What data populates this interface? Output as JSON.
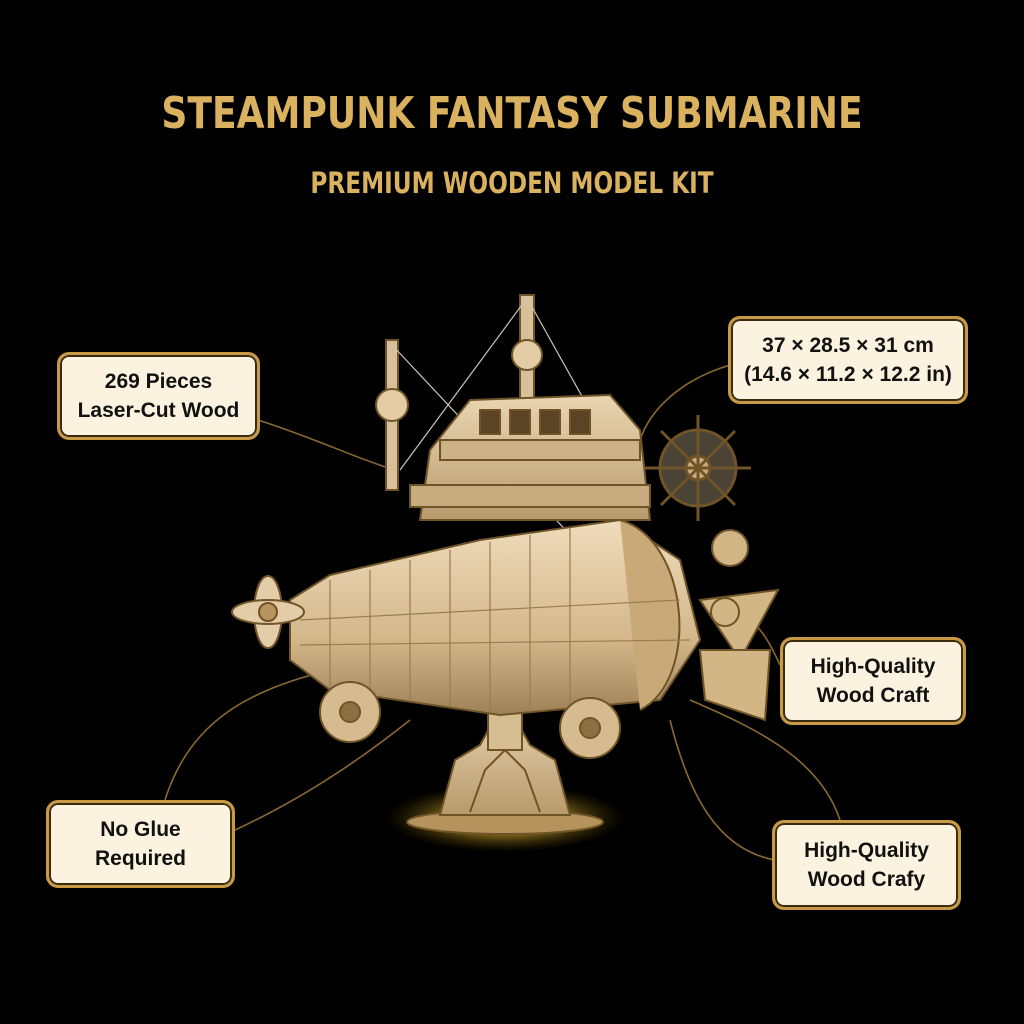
{
  "header": {
    "title": "STEAMPUNK FANTASY SUBMARINE",
    "subtitle": "PREMIUM WOODEN MODEL KIT"
  },
  "callouts": {
    "pieces": {
      "line1": "269 Pieces",
      "line2": "Laser-Cut Wood"
    },
    "dimensions": {
      "line1": "37 × 28.5 × 31 cm",
      "line2": "(14.6 × 11.2 × 12.2 in)"
    },
    "craft": {
      "line1": "High-Quality",
      "line2": "Wood Craft"
    },
    "glue": {
      "line1": "No Glue",
      "line2": "Required"
    },
    "crafy": {
      "line1": "High-Quality",
      "line2": "Wood Crafy"
    }
  },
  "colors": {
    "background": "#000000",
    "accent_gold": "#d9b15f",
    "callout_fill": "#fbf3df",
    "callout_border": "#c99a45",
    "wood": "#d8c09a"
  }
}
